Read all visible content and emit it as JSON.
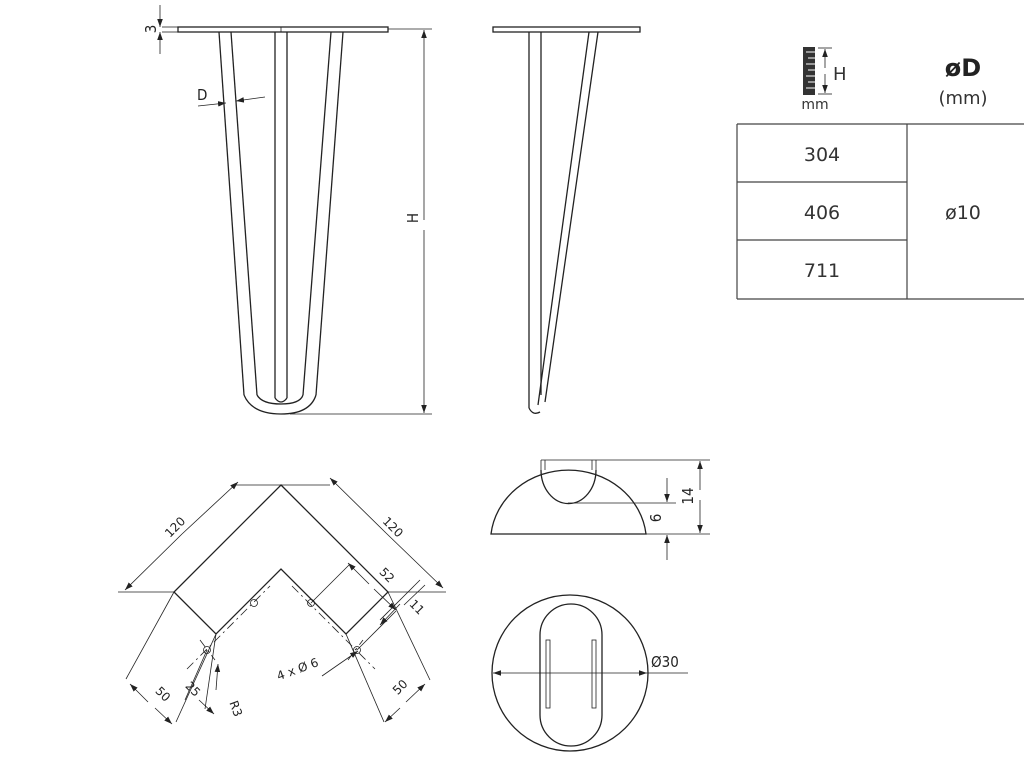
{
  "labels": {
    "plate_thickness": "3",
    "rod_diameter": "D",
    "height": "H",
    "bracket_leg_1": "120",
    "bracket_leg_2": "120",
    "hole_spacing": "52",
    "hole_offset": "11",
    "holes": "4 x Ø 6",
    "width_left": "50",
    "width_right": "50",
    "inner_offset": "25",
    "radius": "R3",
    "foot_height": "14",
    "foot_groove": "6",
    "foot_diameter": "Ø30"
  },
  "table": {
    "height_header": "H",
    "height_unit": "mm",
    "diameter_header": "øD",
    "diameter_unit": "(mm)",
    "heights": [
      "304",
      "406",
      "711"
    ],
    "diameter_value": "ø10"
  }
}
